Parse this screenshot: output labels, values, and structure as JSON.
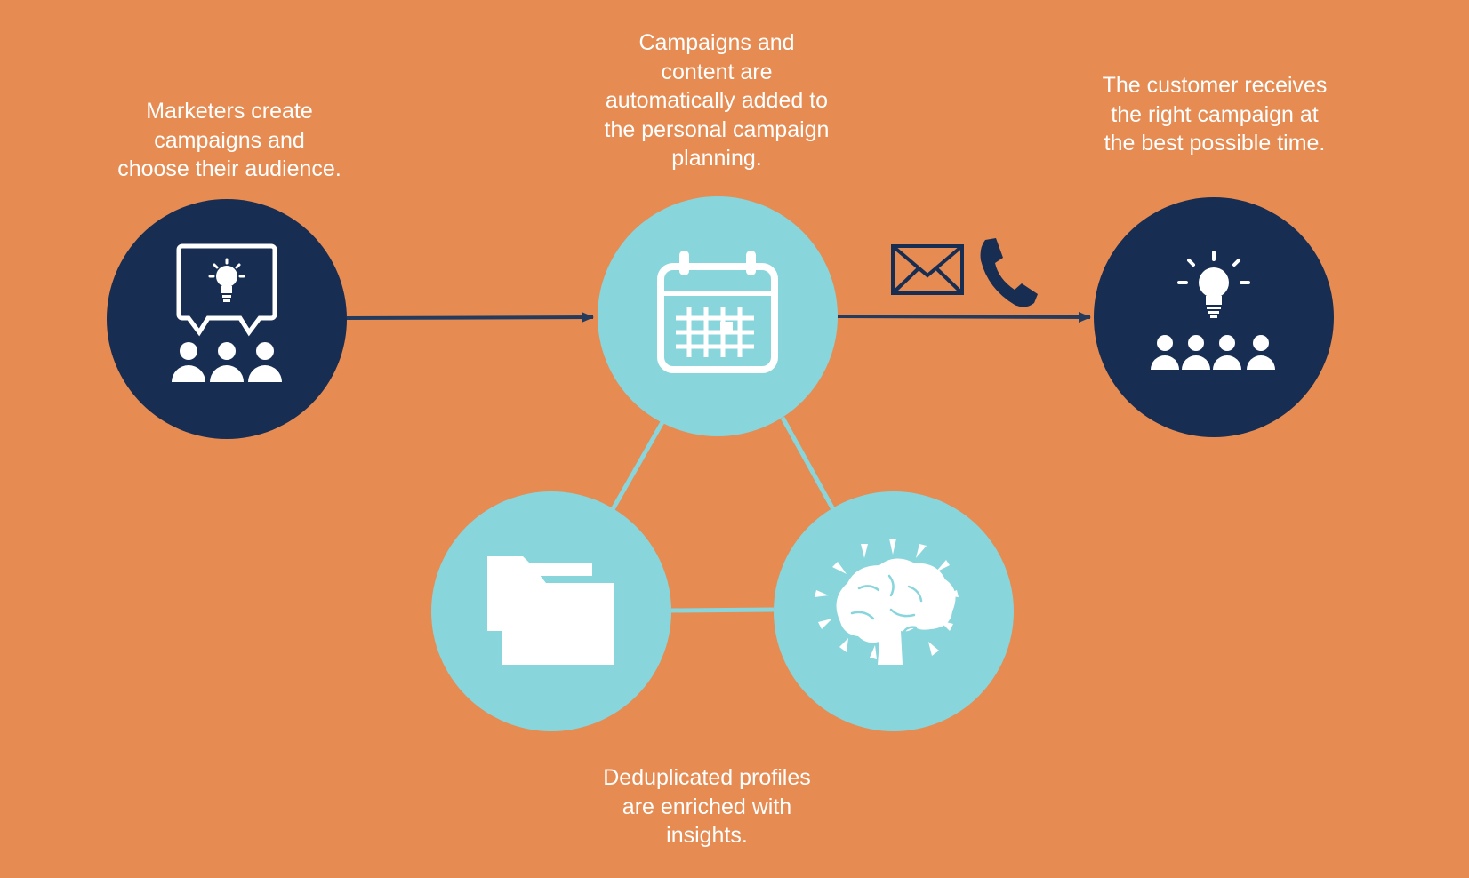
{
  "colors": {
    "background": "#E68B52",
    "dark_circle": "#172D52",
    "light_circle": "#88D5DC",
    "connector": "#88D5DC",
    "arrow": "#253B5E",
    "icon": "#FFFFFF"
  },
  "captions": {
    "marketers": [
      "Marketers create",
      "campaigns and",
      "choose their audience."
    ],
    "campaigns": [
      "Campaigns and",
      "content are",
      "automatically added to",
      "the personal campaign",
      "planning."
    ],
    "customer": [
      "The customer receives",
      "the right campaign at",
      "the best possible time."
    ],
    "profiles": [
      "Deduplicated profiles",
      "are enriched with",
      "insights."
    ]
  },
  "nodes": [
    {
      "id": "marketers",
      "icon": "presentation-audience-icon",
      "style": "dark"
    },
    {
      "id": "campaign-planning",
      "icon": "calendar-icon",
      "style": "light"
    },
    {
      "id": "customer",
      "icon": "idea-audience-icon",
      "style": "dark"
    },
    {
      "id": "profiles",
      "icon": "folders-icon",
      "style": "light"
    },
    {
      "id": "insights",
      "icon": "brain-icon",
      "style": "light"
    }
  ],
  "channel_icons": [
    "envelope-icon",
    "phone-icon"
  ]
}
